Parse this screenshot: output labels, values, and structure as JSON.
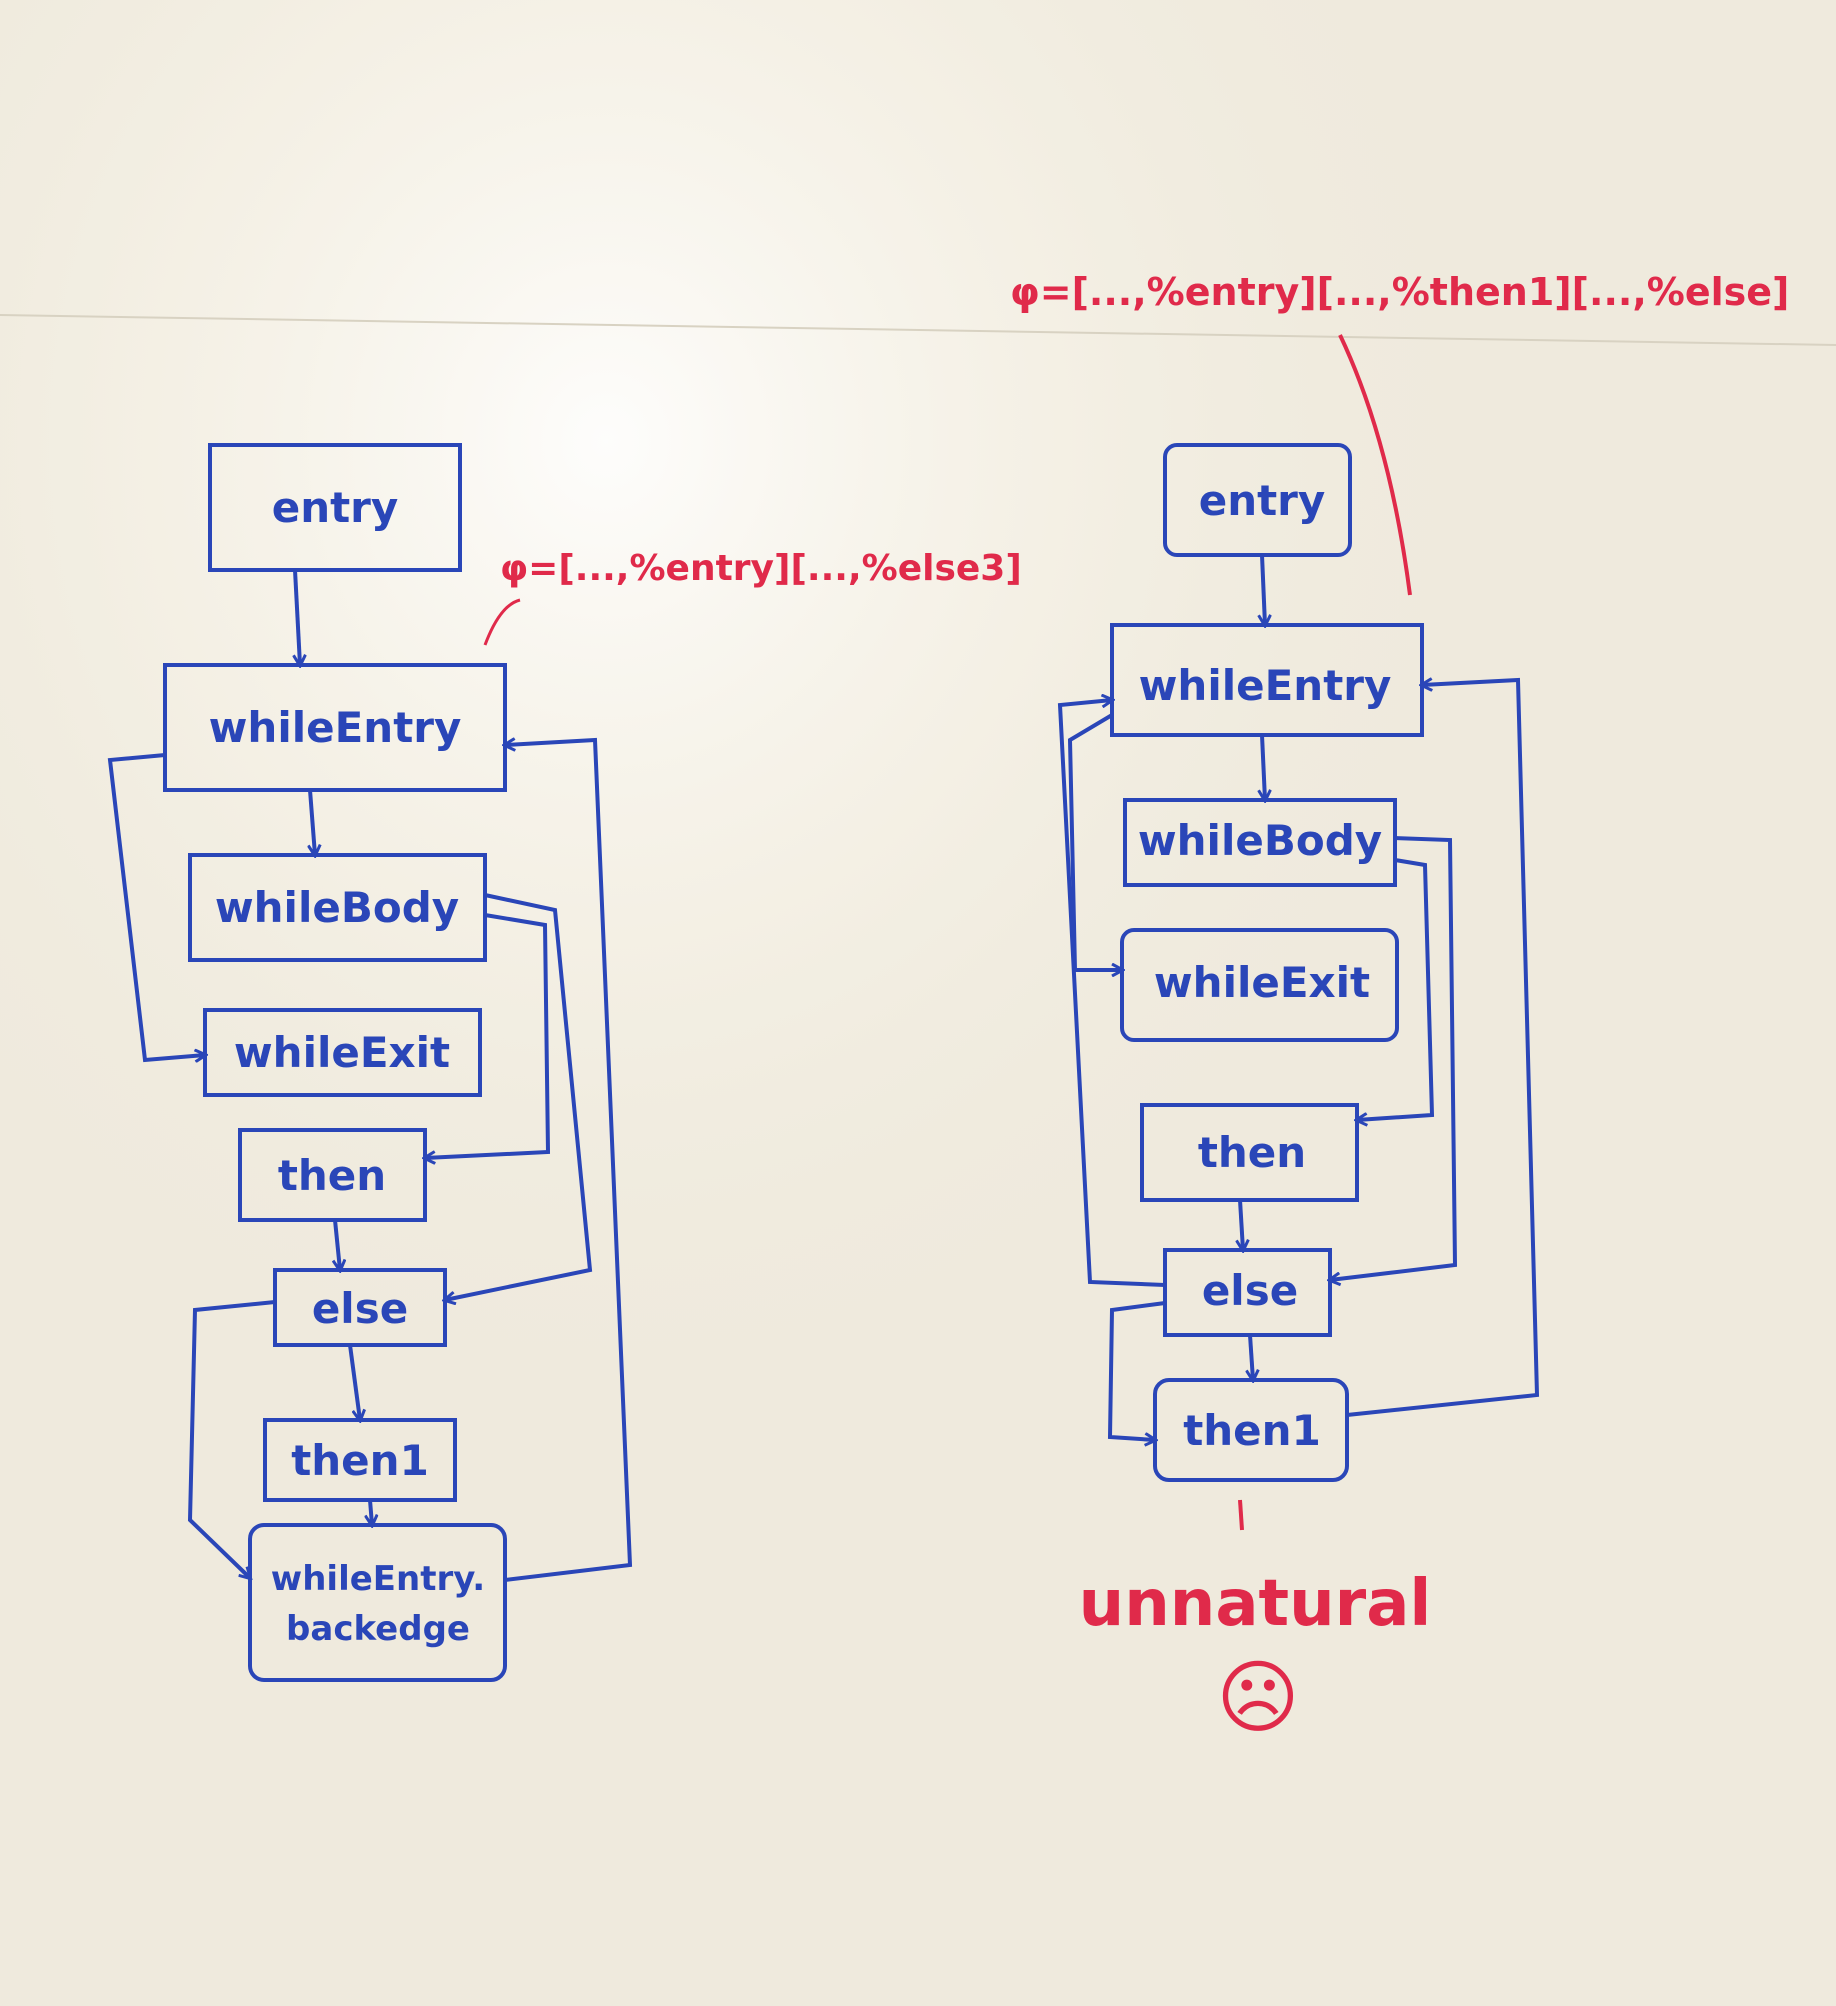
{
  "colors": {
    "ink_blue": "#2a46b8",
    "ink_red": "#e02a4a",
    "board": "#efeadd"
  },
  "left_cfg": {
    "entry": "entry",
    "whileEntry": "whileEntry",
    "whileBody": "whileBody",
    "whileExit": "whileExit",
    "then": "then",
    "else": "else",
    "then1": "then1",
    "backedge_line1": "whileEntry.",
    "backedge_line2": "backedge",
    "phi_note": "φ=[...,%entry][...,%else3]"
  },
  "right_cfg": {
    "entry": "entry",
    "whileEntry": "whileEntry",
    "whileBody": "whileBody",
    "whileExit": "whileExit",
    "then": "then",
    "else": "else",
    "then1": "then1",
    "phi_note": "φ=[...,%entry][...,%then1][...,%else]",
    "verdict": "unnatural",
    "face": "☹"
  }
}
